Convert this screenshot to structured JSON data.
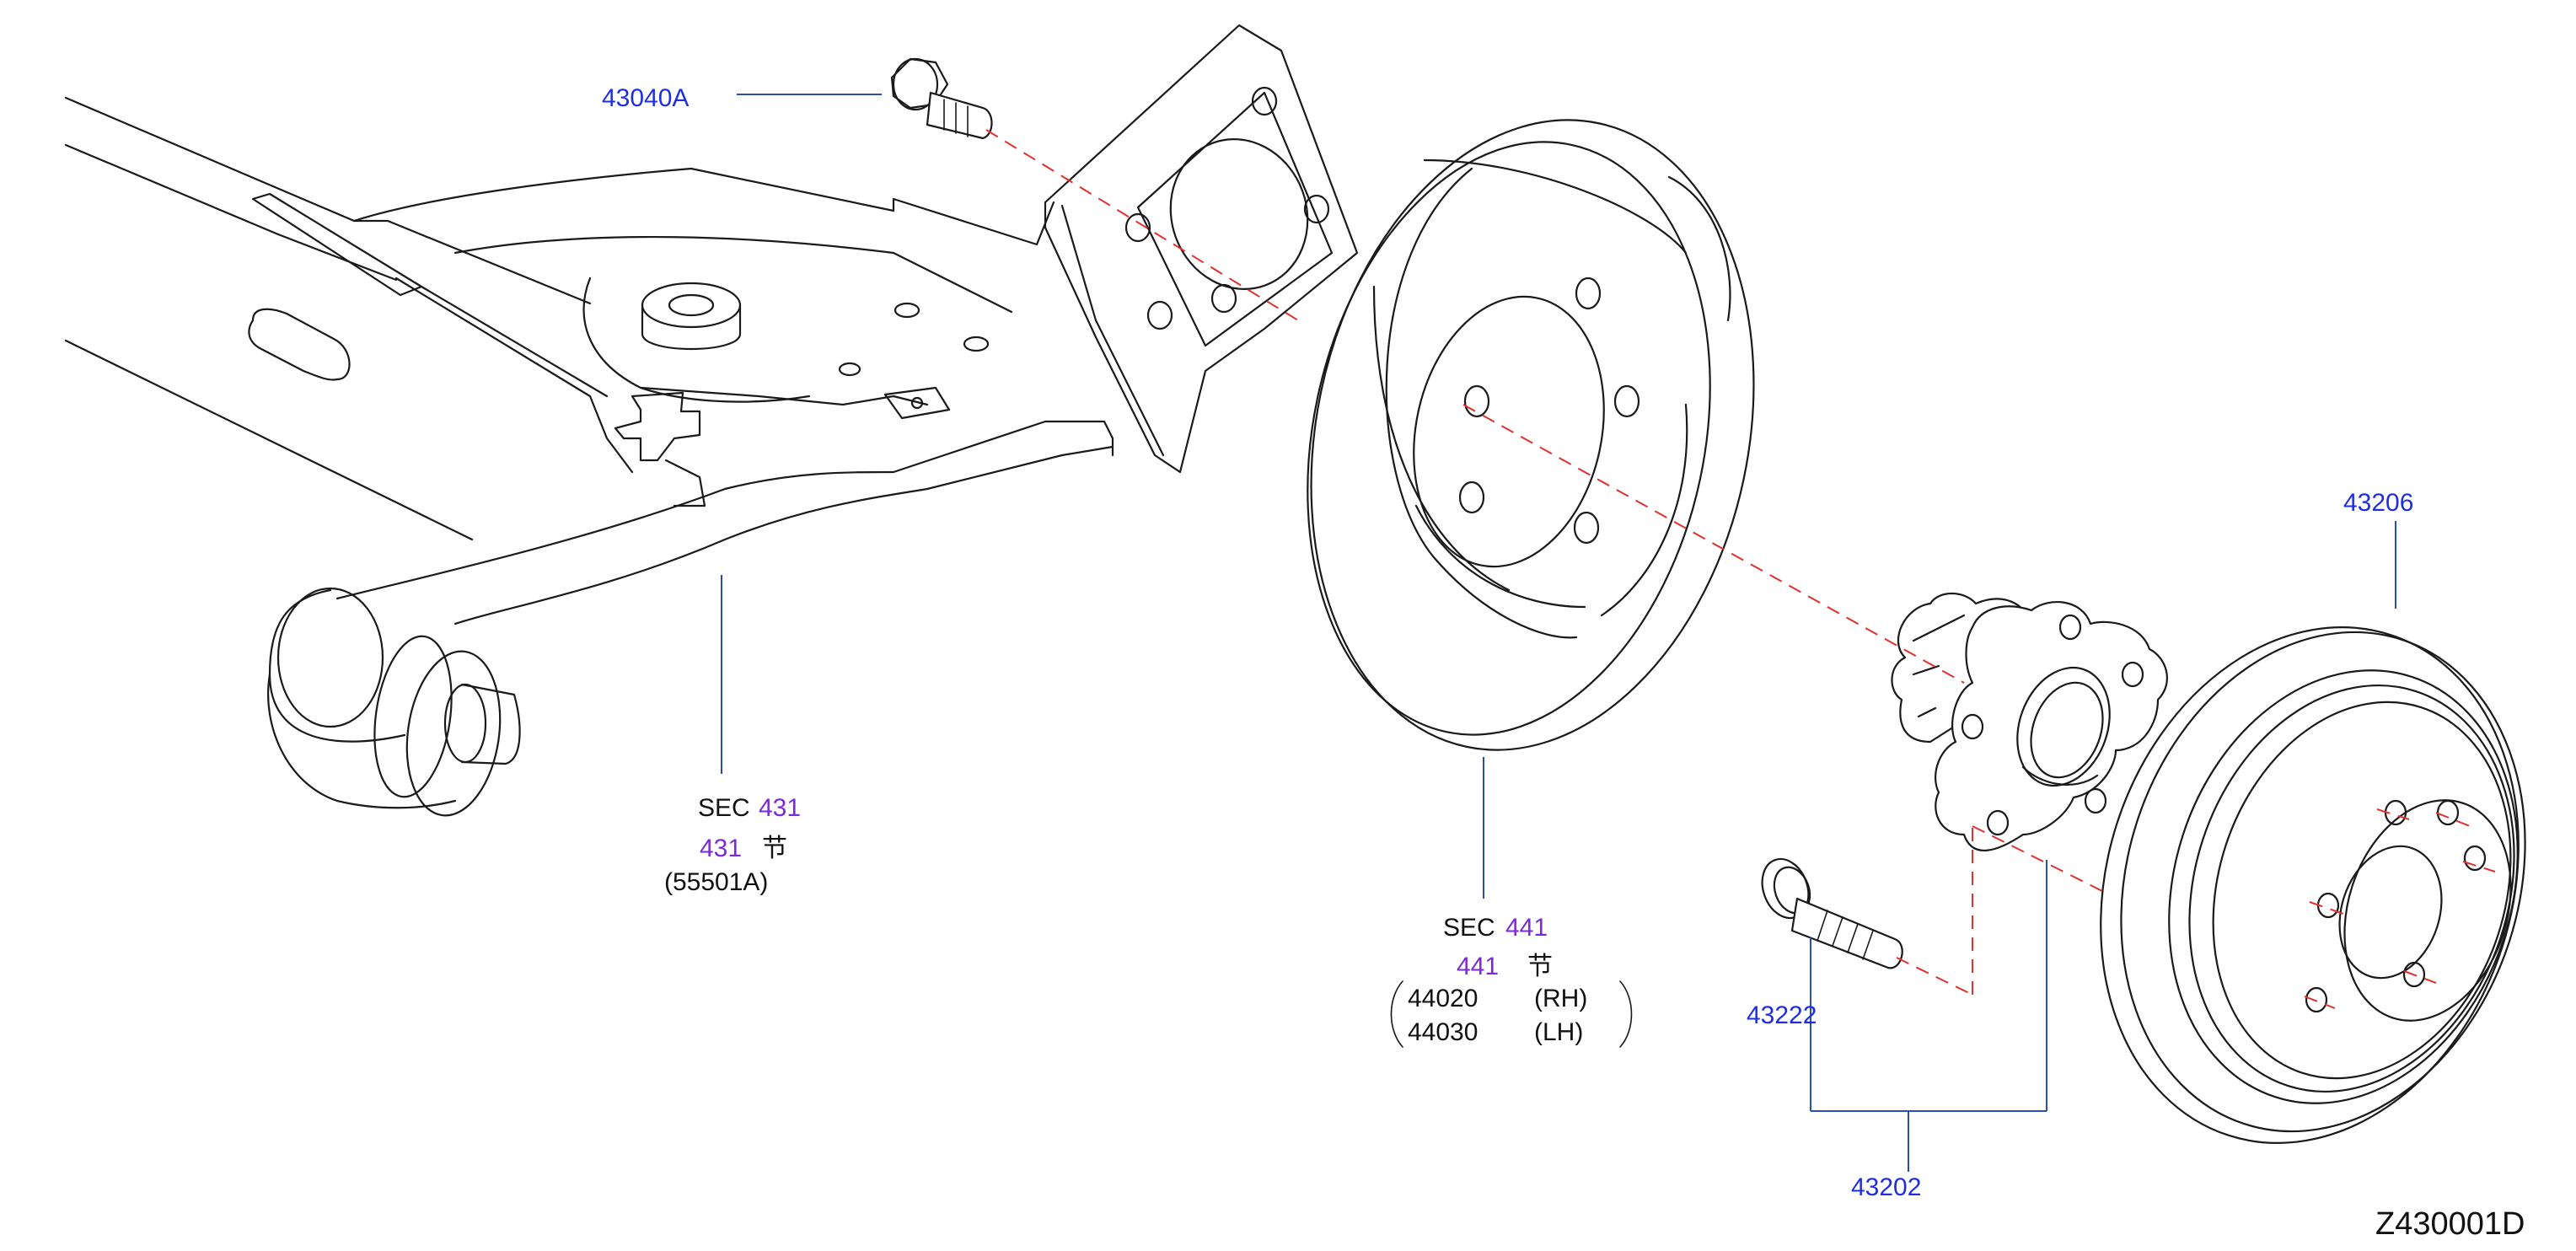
{
  "diagram_id": "Z430001D",
  "parts": {
    "bolt_axle": {
      "number": "43040A"
    },
    "rotor": {
      "number": "43206"
    },
    "hub_bolt": {
      "number": "43222"
    },
    "hub_assembly": {
      "number": "43202"
    }
  },
  "sections": {
    "axle": {
      "prefix": "SEC",
      "number": "431",
      "sub_number": "431",
      "sub_char": "节",
      "ref": "(55501A)"
    },
    "drum": {
      "prefix": "SEC",
      "number": "441",
      "sub_number": "441",
      "sub_char": "节",
      "rh_code": "44020",
      "rh_side": "(RH)",
      "lh_code": "44030",
      "lh_side": "(LH)"
    }
  },
  "colors": {
    "part_number": "#1f2fe0",
    "section_number": "#7a2bd6",
    "center_line": "#e03030",
    "leader": "#2a4fb0"
  }
}
